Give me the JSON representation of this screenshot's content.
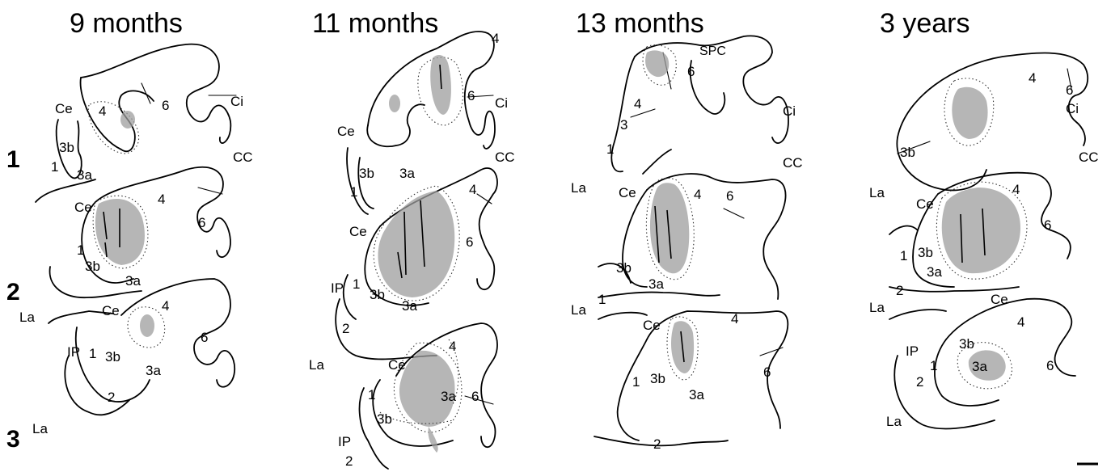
{
  "panels": [
    {
      "title": "9 months"
    },
    {
      "title": "11 months"
    },
    {
      "title": "13 months"
    },
    {
      "title": "3 years"
    }
  ],
  "rows": [
    "1",
    "2",
    "3"
  ],
  "labels": {
    "p1": {
      "ce_a": "Ce",
      "a4_a": "4",
      "a6_a": "6",
      "ci": "Ci",
      "cc": "CC",
      "a3b_a": "3b",
      "a1_a": "1",
      "a3a_a": "3a",
      "ce_b": "Ce",
      "a4_b": "4",
      "a6_b": "6",
      "a1_b": "1",
      "a3b_b": "3b",
      "a3a_b": "3a",
      "la_b": "La",
      "ce_c": "Ce",
      "a4_c": "4",
      "a6_c": "6",
      "ip_c": "IP",
      "a1_c": "1",
      "a3b_c": "3b",
      "a3a_c": "3a",
      "a2_c": "2",
      "la_c": "La"
    },
    "p2": {
      "a4_a": "4",
      "a6_a": "6",
      "ci": "Ci",
      "ce_a": "Ce",
      "cc": "CC",
      "a3b_a": "3b",
      "a1_a": "1",
      "a3a_a": "3a",
      "a4_b": "4",
      "ce_b": "Ce",
      "a6_b": "6",
      "ip_b": "IP",
      "a1_b": "1",
      "a3b_b": "3b",
      "a3a_b": "3a",
      "a2_b": "2",
      "la_b": "La",
      "ce_c": "Ce",
      "a4_c": "4",
      "a1_c": "1",
      "a3a_c": "3a",
      "a6_c": "6",
      "a3b_c": "3b",
      "ip_c": "IP",
      "a2_c": "2"
    },
    "p3": {
      "spc": "SPC",
      "a6_a": "6",
      "a4_a": "4",
      "a3_a": "3",
      "ci": "Ci",
      "a1_a": "1",
      "cc": "CC",
      "la_b": "La",
      "ce_b": "Ce",
      "a4_b": "4",
      "a6_b": "6",
      "a3b_b": "3b",
      "a3a_b": "3a",
      "la_c": "La",
      "a1_c0": "1",
      "ce_c": "Ce",
      "a4_c": "4",
      "a6_c": "6",
      "a1_c": "1",
      "a3b_c": "3b",
      "a3a_c": "3a",
      "a2_c": "2"
    },
    "p4": {
      "a4_a": "4",
      "a6_a": "6",
      "ci": "Ci",
      "a3b_a": "3b",
      "cc": "CC",
      "la_b": "La",
      "ce_b": "Ce",
      "a4_b": "4",
      "a6_b": "6",
      "a1_b": "1",
      "a3b_b": "3b",
      "a3a_b": "3a",
      "a2_b": "2",
      "la_c0": "La",
      "ce_c": "Ce",
      "a4_c": "4",
      "ip_c": "IP",
      "a3b_c": "3b",
      "a1_c": "1",
      "a3a_c": "3a",
      "a6_c": "6",
      "a2_c": "2",
      "la_c": "La"
    }
  }
}
